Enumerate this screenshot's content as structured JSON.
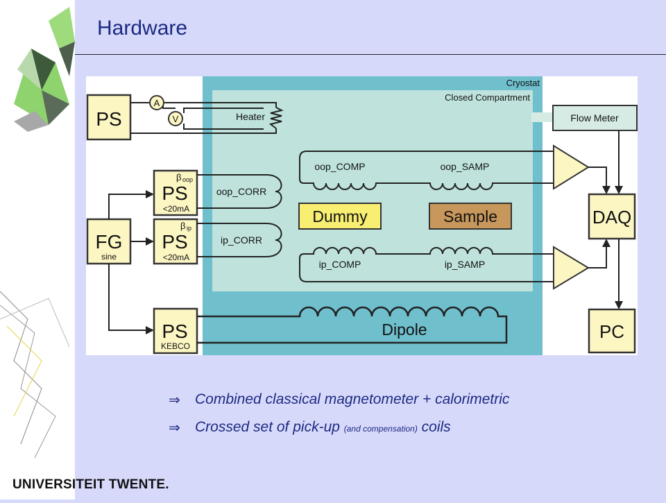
{
  "slide": {
    "title": "Hardware",
    "footer": "UNIVERSITEIT TWENTE."
  },
  "diagram": {
    "cryostat_label": "Cryostat",
    "compartment_label": "Closed Compartment",
    "flow_meter": "Flow Meter",
    "ps_heater": "PS",
    "ammeter": "A",
    "voltmeter": "V",
    "heater": "Heater",
    "ps_oop": {
      "label": "PS",
      "beta": "β",
      "beta_sub": "oop",
      "sub": "<20mA"
    },
    "ps_ip": {
      "label": "PS",
      "beta": "β",
      "beta_sub": "ip",
      "sub": "<20mA"
    },
    "fg": {
      "label": "FG",
      "sub": "sine"
    },
    "ps_kebco": {
      "label": "PS",
      "sub": "KEBCO"
    },
    "oop_corr": "oop_CORR",
    "ip_corr": "ip_CORR",
    "oop_comp": "oop_COMP",
    "oop_samp": "oop_SAMP",
    "ip_comp": "ip_COMP",
    "ip_samp": "ip_SAMP",
    "dummy": "Dummy",
    "sample": "Sample",
    "dipole": "Dipole",
    "daq": "DAQ",
    "pc": "PC",
    "colors": {
      "cryostat": "#6fbfcd",
      "compartment": "#bfe3dc",
      "box": "#fcf6c3",
      "dummy": "#f7ee72",
      "sample": "#c8975c",
      "flow": "#d6ebe4"
    }
  },
  "bullets": [
    {
      "text": "Combined classical magnetometer + calorimetric"
    },
    {
      "pre": "Crossed set of pick-up ",
      "small": "(and compensation)",
      "post": " coils"
    }
  ]
}
